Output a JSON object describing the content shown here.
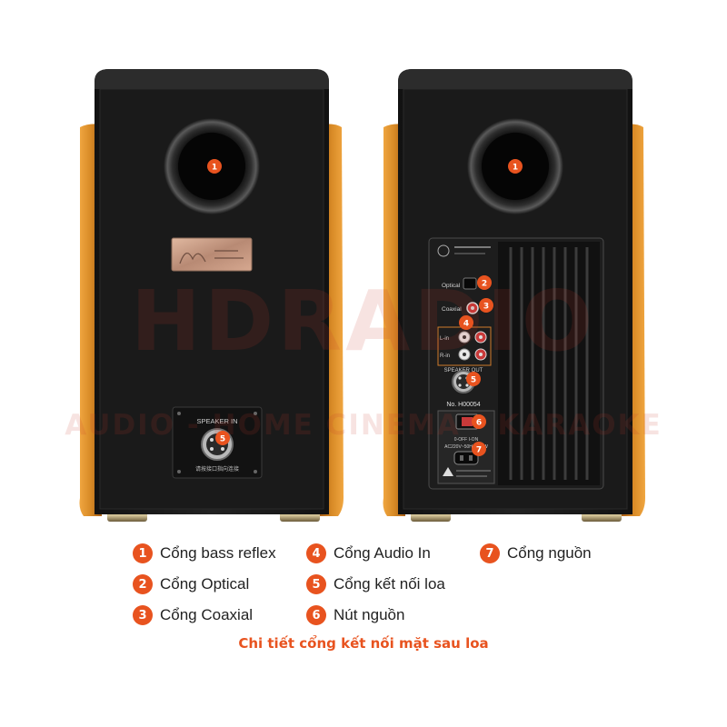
{
  "watermark": {
    "line1": "HDRADIO",
    "line2": "AUDIO - HOME CINEMA - KARAOKE"
  },
  "markers": [
    "1",
    "2",
    "3",
    "4",
    "5",
    "6",
    "7"
  ],
  "panel": {
    "left_speaker_in": "SPEAKER IN",
    "left_chinese": "请按接口指向连接",
    "optical": "Optical",
    "coaxial": "Coaxial",
    "l_in": "L-in",
    "r_in": "R-in",
    "speaker_out": "SPEAKER OUT",
    "serial": "No. H00054",
    "power_switch": "0-OFF    I-ON",
    "power_rating": "AC220V~50Hz  120W"
  },
  "legend": [
    {
      "num": "1",
      "label": "Cổng bass reflex"
    },
    {
      "num": "2",
      "label": "Cổng Optical"
    },
    {
      "num": "3",
      "label": "Cổng Coaxial"
    },
    {
      "num": "4",
      "label": "Cổng Audio In"
    },
    {
      "num": "5",
      "label": "Cổng kết nối loa"
    },
    {
      "num": "6",
      "label": "Nút nguồn"
    },
    {
      "num": "7",
      "label": "Cổng nguồn"
    }
  ],
  "caption": "Chi tiết cổng kết nối mặt sau loa",
  "colors": {
    "accent": "#e8531f",
    "cabinet": "#1c1c1c",
    "wood": "#d58a2a",
    "plate": "#c8a08a"
  }
}
